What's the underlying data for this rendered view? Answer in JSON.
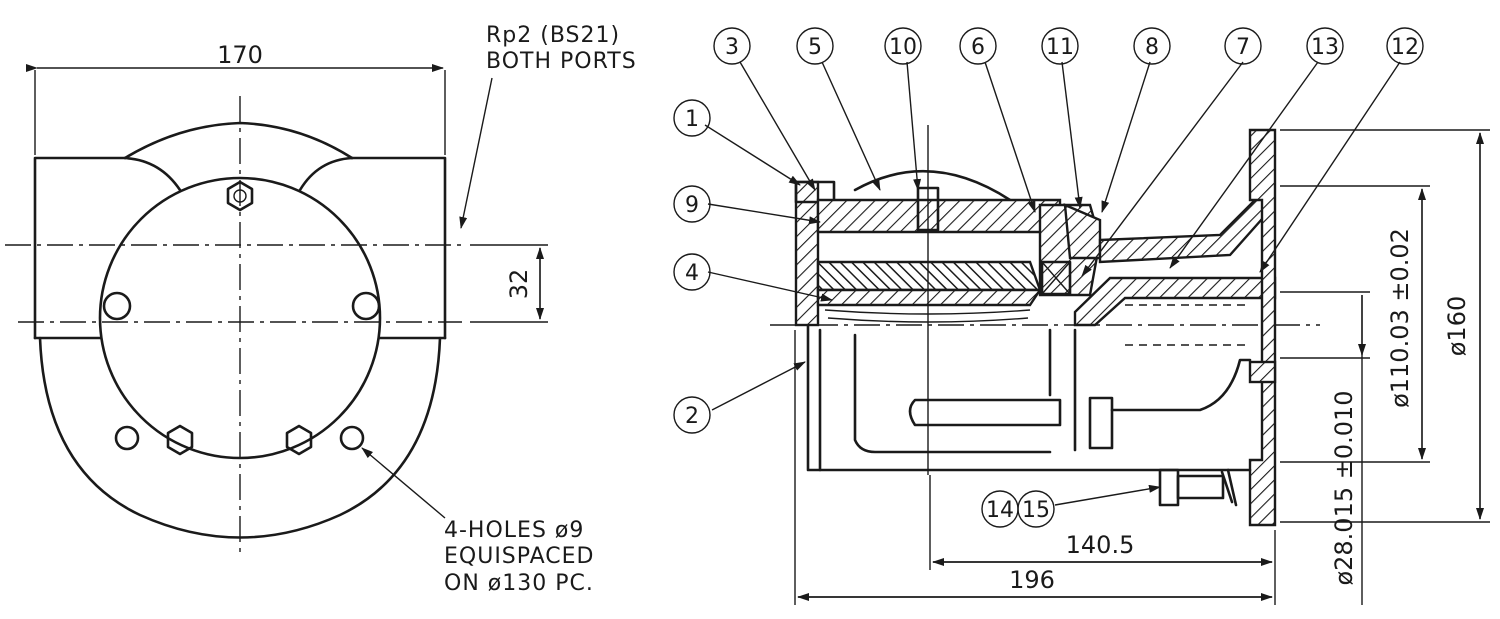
{
  "front_view": {
    "dim_width": "170",
    "dim_offset": "32",
    "port_note": [
      "Rp2 (BS21)",
      "BOTH PORTS"
    ],
    "holes_note": [
      "4-HOLES ø9",
      "EQUISPACED",
      "ON ø130 PC."
    ]
  },
  "section_view": {
    "balloons": [
      "1",
      "2",
      "3",
      "4",
      "5",
      "6",
      "7",
      "8",
      "9",
      "10",
      "11",
      "12",
      "13",
      "14",
      "15"
    ],
    "dim_length_total": "196",
    "dim_length_partial": "140.5",
    "dim_dia_flange": "ø160",
    "dim_dia_spigot": "ø110.03 ±0.02",
    "dim_dia_shaft": "ø28.015 ±0.010"
  }
}
